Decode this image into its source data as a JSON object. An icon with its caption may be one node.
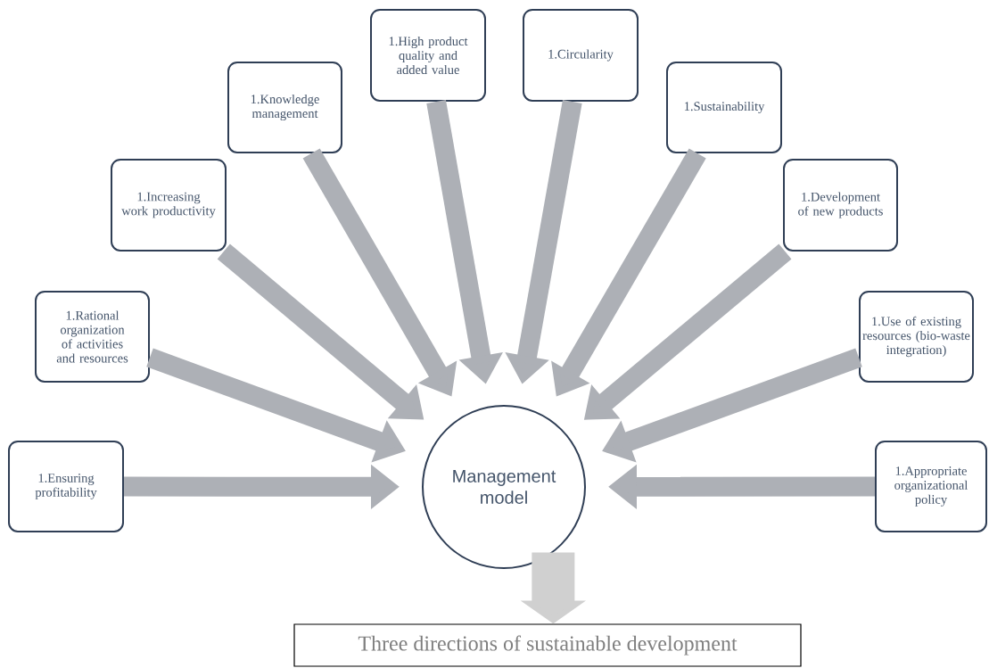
{
  "diagram": {
    "nodes": [
      {
        "text": [
          "1.Ensuring profitability"
        ]
      },
      {
        "text": [
          "1.Rational organization of activities and resources"
        ]
      },
      {
        "text": [
          "1.Increasing work productivity"
        ]
      },
      {
        "text": [
          "1.Knowledge management"
        ]
      },
      {
        "text": [
          "1.High product quality and added value"
        ]
      },
      {
        "text": [
          "1.Circularity"
        ]
      },
      {
        "text": [
          "1.Sustainability"
        ]
      },
      {
        "text": [
          "1.Development of new products"
        ]
      },
      {
        "text": [
          "1.Use of existing resources (bio-waste integration)"
        ]
      },
      {
        "text": [
          "1.Appropriate organizational policy"
        ]
      },
      {
        "text": [
          "Management model"
        ]
      },
      {
        "text": [
          "Three directions of sustainable development"
        ]
      }
    ],
    "edges": [
      {
        "from": 0,
        "to": 10,
        "arrow": "to"
      },
      {
        "from": 1,
        "to": 10,
        "arrow": "to"
      },
      {
        "from": 2,
        "to": 10,
        "arrow": "to"
      },
      {
        "from": 3,
        "to": 10,
        "arrow": "to"
      },
      {
        "from": 4,
        "to": 10,
        "arrow": "to"
      },
      {
        "from": 5,
        "to": 10,
        "arrow": "to"
      },
      {
        "from": 6,
        "to": 10,
        "arrow": "to"
      },
      {
        "from": 7,
        "to": 10,
        "arrow": "to"
      },
      {
        "from": 8,
        "to": 10,
        "arrow": "to"
      },
      {
        "from": 9,
        "to": 10,
        "arrow": "to"
      },
      {
        "from": 10,
        "to": 11,
        "arrow": "to",
        "style": "thick",
        "color": "#d0d0d0"
      }
    ]
  }
}
